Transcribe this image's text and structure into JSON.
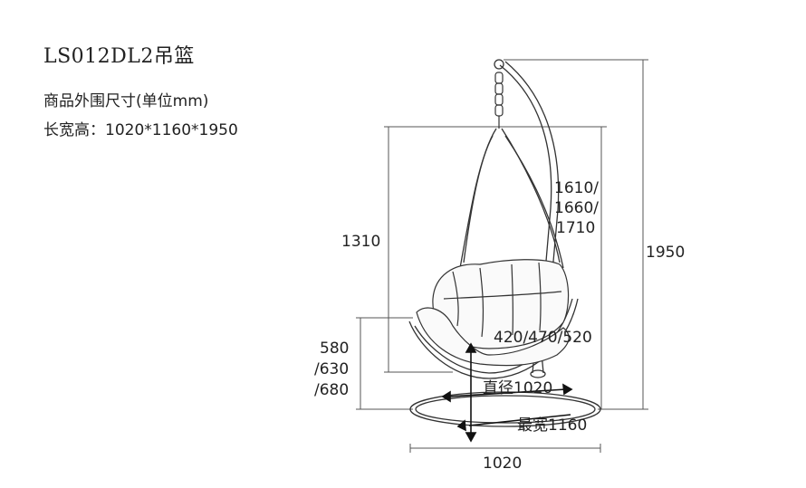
{
  "product": {
    "title": "LS012DL2吊篮",
    "spec_line_1": "商品外围尺寸(单位mm)",
    "spec_line_2": "长宽高：1020*1160*1950"
  },
  "dimensions": {
    "seat_to_top_height": "1310",
    "basket_height_1": "1610/",
    "basket_height_2": "1660/",
    "basket_height_3": "1710",
    "total_height": "1950",
    "seat_height_1": "580",
    "seat_height_2": "/630",
    "seat_height_3": "/680",
    "seat_depth": "420/470/520",
    "base_diameter": "直径1020",
    "max_width": "最宽1160",
    "base_width": "1020"
  }
}
